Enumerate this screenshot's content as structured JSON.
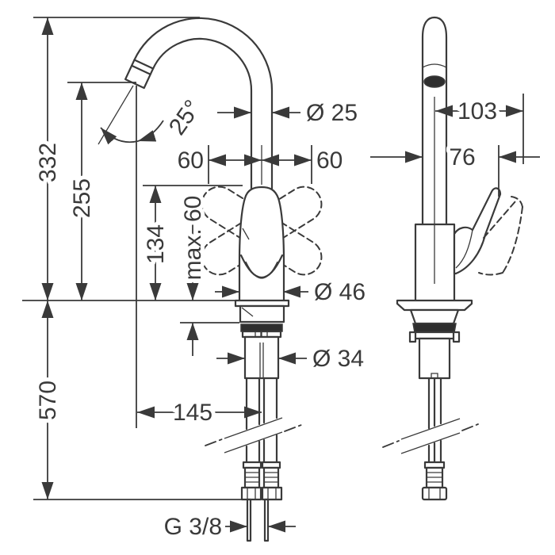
{
  "drawing": {
    "ink_color": "#3a3a3a",
    "ink_dark": "#2e2e2e",
    "dimensions": {
      "height_total": "332",
      "height_to_spout": "255",
      "height_below_deck": "570",
      "spout_angle": "25°",
      "spout_diameter": "Ø 25",
      "swivel_left": "60",
      "swivel_right": "60",
      "body_height": "134",
      "max_deck_thickness": "max. 60",
      "base_diameter": "Ø 46",
      "shank_diameter": "Ø 34",
      "spout_reach": "145",
      "connection_thread": "G 3/8",
      "side_depth_total": "103",
      "side_depth_body": "76"
    }
  }
}
